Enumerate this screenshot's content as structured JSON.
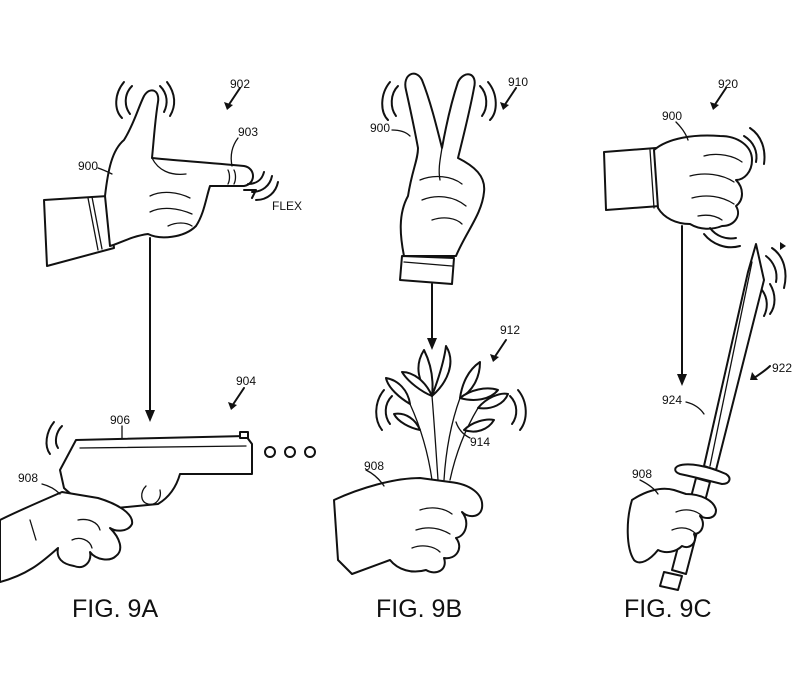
{
  "figures": [
    {
      "caption": "FIG. 9A",
      "labels": {
        "gesture": "902",
        "hand": "900",
        "finger": "903",
        "flex": "FLEX",
        "object": "904",
        "gun": "906",
        "holding_hand": "908"
      }
    },
    {
      "caption": "FIG. 9B",
      "labels": {
        "gesture": "910",
        "hand": "900",
        "object": "912",
        "flowers": "914",
        "holding_hand": "908"
      }
    },
    {
      "caption": "FIG. 9C",
      "labels": {
        "gesture": "920",
        "hand": "900",
        "object": "922",
        "arrow": "924",
        "holding_hand": "908"
      }
    }
  ]
}
